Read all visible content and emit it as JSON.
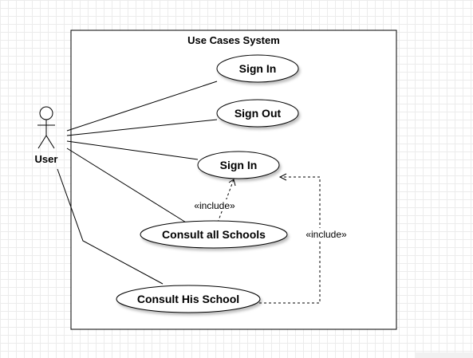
{
  "diagram": {
    "system_title": "Use Cases System",
    "actor": {
      "name": "User"
    },
    "use_cases": [
      {
        "id": "uc1",
        "label": "Sign In"
      },
      {
        "id": "uc2",
        "label": "Sign Out"
      },
      {
        "id": "uc3",
        "label": "Sign In"
      },
      {
        "id": "uc4",
        "label": "Consult all Schools"
      },
      {
        "id": "uc5",
        "label": "Consult His School"
      }
    ],
    "relations": [
      {
        "type": "include",
        "label": "«include»",
        "from": "uc4",
        "to": "uc3"
      },
      {
        "type": "include",
        "label": "«include»",
        "from": "uc5",
        "to": "uc3"
      }
    ],
    "colors": {
      "stroke": "#000000",
      "shadow": "#cfcfcf",
      "grid": "#ececec"
    }
  }
}
